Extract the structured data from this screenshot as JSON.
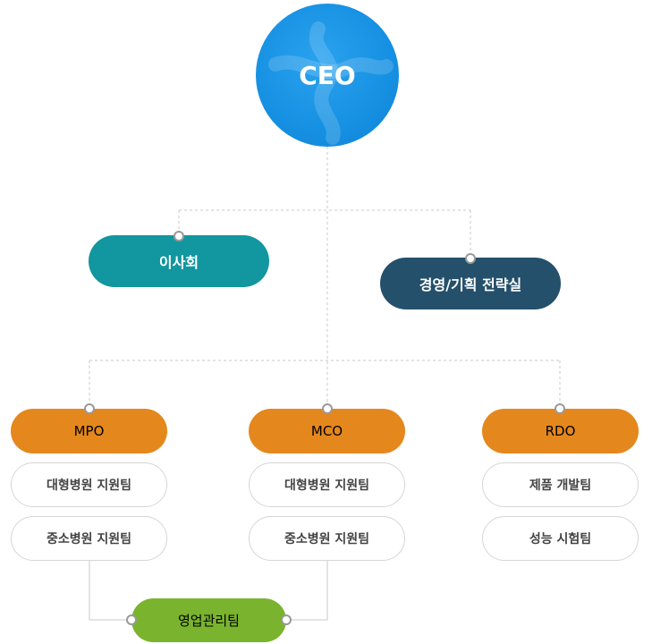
{
  "ceo": {
    "label": "CEO"
  },
  "board": {
    "label": "이사회"
  },
  "strategy": {
    "label": "경영/기획 전략실"
  },
  "divisions": [
    {
      "label": "MPO",
      "teams": [
        "대형병원 지원팀",
        "중소병원  지원팀"
      ]
    },
    {
      "label": "MCO",
      "teams": [
        "대형병원 지원팀",
        "중소병원  지원팀"
      ]
    },
    {
      "label": "RDO",
      "teams": [
        "제품 개발팀",
        "성능 시험팀"
      ]
    }
  ],
  "sales_team": {
    "label": "영업관리팀"
  },
  "colors": {
    "ceo": "#1690e2",
    "board": "#12969f",
    "strategy": "#25506b",
    "division": "#e4881d",
    "sales_team": "#7ab32e",
    "connector": "#c8c8c8"
  }
}
